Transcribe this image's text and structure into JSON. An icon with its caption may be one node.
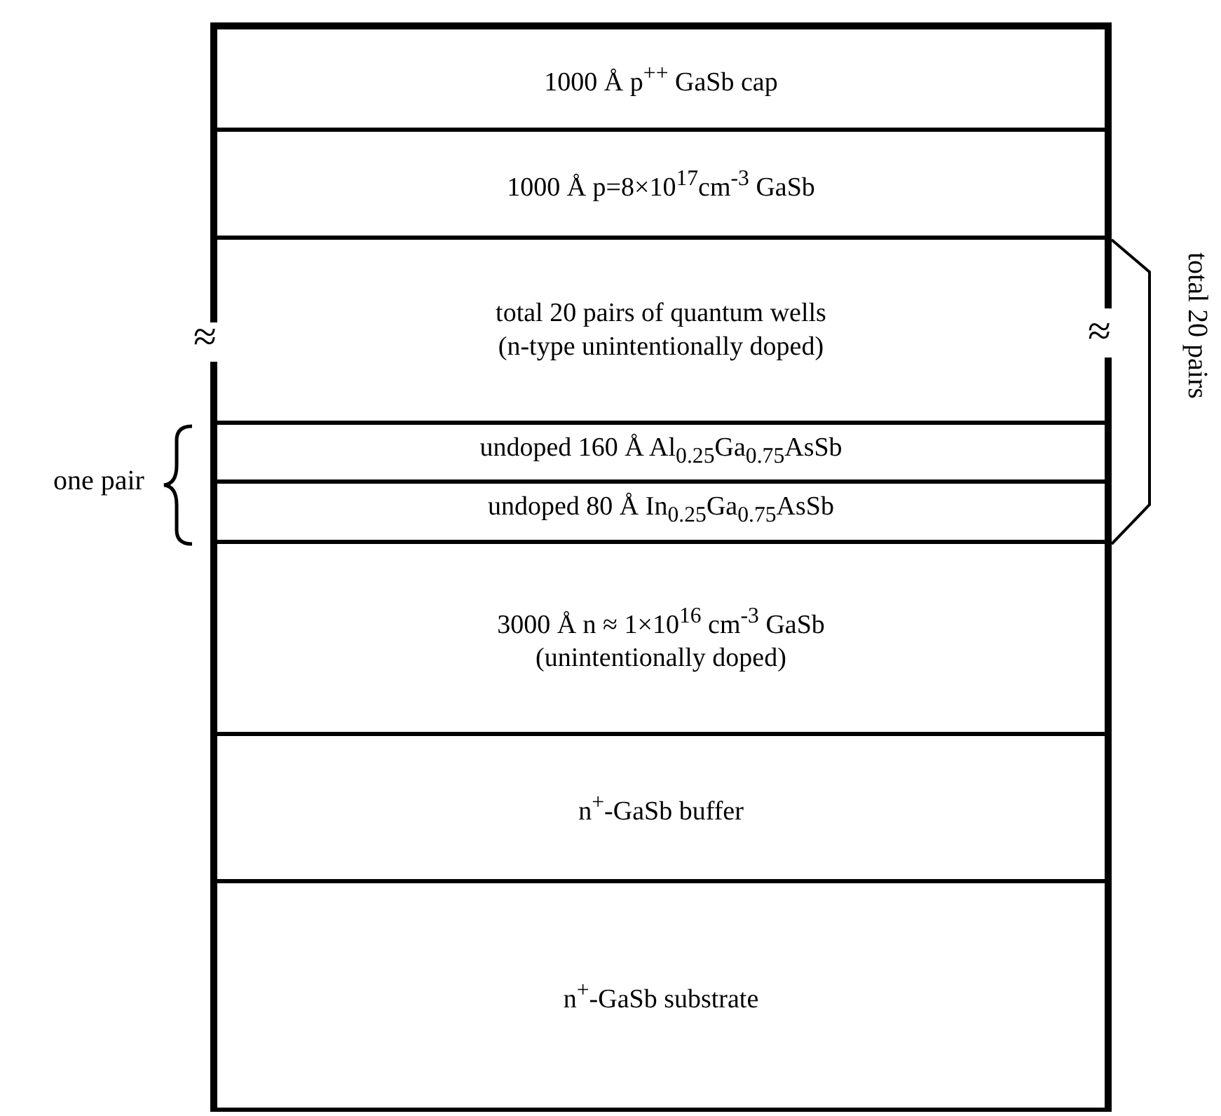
{
  "diagram": {
    "nodes": [
      {
        "text": [
          "1000 Å p$^{++}$ GaSb cap"
        ]
      },
      {
        "text": [
          "1000 Å p=8×10$^{17}$cm$^{-3}$ GaSb"
        ]
      },
      {
        "text": [
          "total 20 pairs of quantum wells",
          "(n-type unintentionally doped)"
        ]
      },
      {
        "text": [
          "undoped 160 Å Al$_{0.25}$Ga$_{0.75}$AsSb"
        ]
      },
      {
        "text": [
          "undoped 80 Å In$_{0.25}$Ga$_{0.75}$AsSb"
        ]
      },
      {
        "text": [
          "3000 Å n ≈ 1×10$^{16}$ cm$^{-3}$ GaSb",
          "(unintentionally doped)"
        ]
      },
      {
        "text": [
          "n$^{+}$-GaSb buffer"
        ]
      },
      {
        "text": [
          "n$^{+}$-GaSb substrate"
        ]
      }
    ],
    "edges": [],
    "labels": [
      "≈",
      "≈",
      "one pair",
      "total 20 pairs"
    ]
  }
}
